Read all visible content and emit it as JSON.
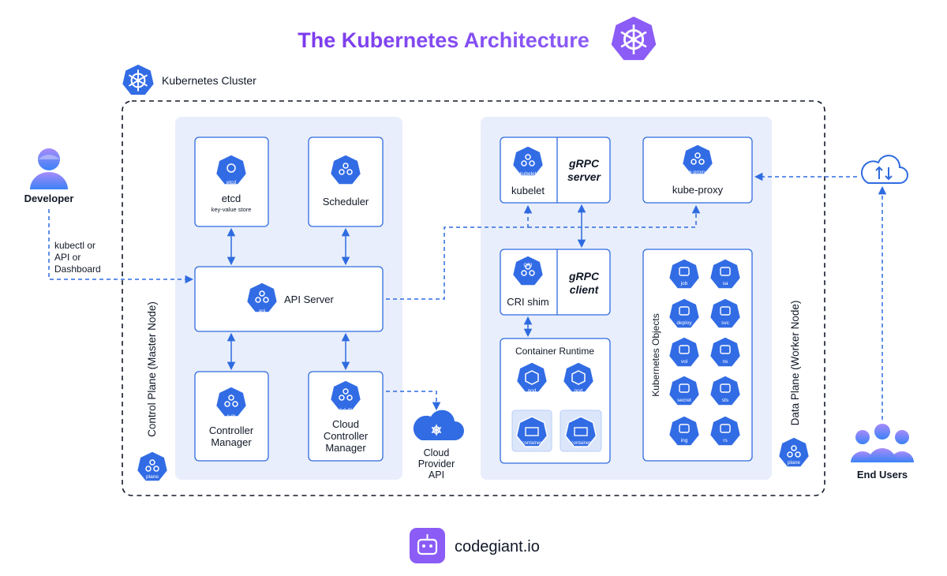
{
  "title": "The Kubernetes Architecture",
  "cluster_label": "Kubernetes Cluster",
  "control_plane": {
    "label": "Control Plane (Master Node)",
    "badge": "plane",
    "etcd": {
      "label": "etcd",
      "sublabel": "key-value store",
      "badge": "etcd"
    },
    "scheduler": {
      "label": "Scheduler",
      "badge": "sched"
    },
    "api_server": {
      "label": "API Server",
      "badge": "api"
    },
    "controller_manager": {
      "line1": "Controller",
      "line2": "Manager",
      "badge": "c-m"
    },
    "cloud_controller_manager": {
      "line1": "Cloud",
      "line2": "Controller",
      "line3": "Manager",
      "badge": "c-c-m"
    }
  },
  "cloud_provider": {
    "line1": "Cloud",
    "line2": "Provider",
    "line3": "API"
  },
  "data_plane": {
    "label": "Data Plane (Worker Node)",
    "badge": "plane",
    "kubelet": {
      "label": "kubelet",
      "badge": "kubelet"
    },
    "grpc_server": {
      "line1": "gRPC",
      "line2": "server"
    },
    "kube_proxy": {
      "label": "kube-proxy",
      "badge": "k-proxy"
    },
    "cri_shim": {
      "label": "CRI shim",
      "badge": "CRI"
    },
    "grpc_client": {
      "line1": "gRPC",
      "line2": "client"
    },
    "container_runtime": {
      "label": "Container Runtime",
      "pods": [
        "pod",
        "pod"
      ],
      "containers": [
        "container",
        "container"
      ]
    },
    "k8s_objects": {
      "label": "Kubernetes Objects",
      "items": [
        "job",
        "sa",
        "deploy",
        "svc",
        "vol",
        "ns",
        "secret",
        "sts",
        "ing",
        "rs"
      ]
    }
  },
  "developer": {
    "label": "Developer"
  },
  "developer_channel": {
    "line1": "kubectl or",
    "line2": "API or",
    "line3": "Dashboard"
  },
  "end_users": {
    "label": "End Users"
  },
  "footer": {
    "brand": "codegiant.io"
  },
  "colors": {
    "accent_purple": "#8b5cf6",
    "k8s_blue": "#326ce5",
    "panel_bg": "#e8eefb",
    "line_blue": "#2563eb"
  }
}
